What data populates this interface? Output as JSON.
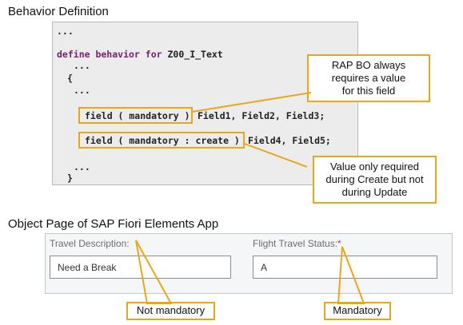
{
  "section1": {
    "title": "Behavior Definition"
  },
  "code": {
    "line1": "...",
    "line2_kw": "define behavior for",
    "line2_name": "Z00_I_Text",
    "line3": "...",
    "line4": "{",
    "line5": "...",
    "line6_hl": "field ( mandatory )",
    "line6_rest": "Field1, Field2, Field3;",
    "line7_hl": "field ( mandatory : create )",
    "line7_rest": "Field4, Field5;",
    "line8": "...",
    "line9": "}"
  },
  "callouts": {
    "mandatory": {
      "line1": "RAP BO always",
      "line2": "requires a value",
      "line3": "for this field"
    },
    "create": {
      "line1": "Value only required",
      "line2": "during Create but not",
      "line3": "during Update"
    },
    "not_mandatory": "Not mandatory",
    "mandatory_label": "Mandatory"
  },
  "section2": {
    "title": "Object Page of SAP Fiori Elements App"
  },
  "object_page": {
    "field1": {
      "label": "Travel Description:",
      "value": "Need a Break"
    },
    "field2": {
      "label": "Flight Travel Status:",
      "required_mark": "*",
      "value": "A"
    }
  },
  "colors": {
    "accent": "#e6a817",
    "keyword": "#7a1e6e",
    "required": "#d9332b"
  }
}
